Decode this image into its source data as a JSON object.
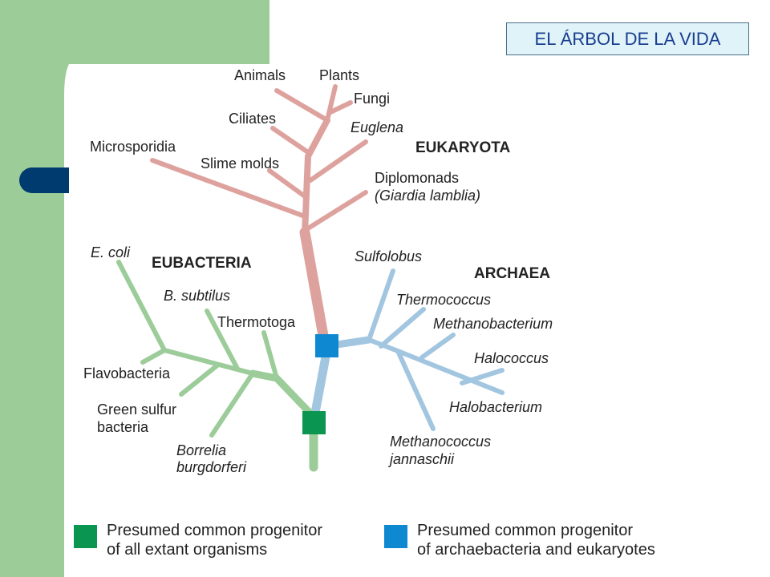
{
  "slide": {
    "title": "EL ÁRBOL DE LA VIDA"
  },
  "colors": {
    "eukarya": "#dea29e",
    "archaea": "#a3c6e0",
    "bacteria": "#9ccc9a",
    "green_marker": "#0a9650",
    "blue_marker": "#0e88d0",
    "side_bar": "#9ccc98",
    "accent_pill": "#003b6f"
  },
  "groups": {
    "eukaryota": "EUKARYOTA",
    "eubacteria": "EUBACTERIA",
    "archaea": "ARCHAEA"
  },
  "eukaryota": {
    "animals": "Animals",
    "plants": "Plants",
    "fungi": "Fungi",
    "ciliates": "Ciliates",
    "euglena": "Euglena",
    "microsporidia": "Microsporidia",
    "slime_molds": "Slime molds",
    "diplomonads": "Diplomonads",
    "giardia": "(Giardia lamblia)"
  },
  "eubacteria": {
    "ecoli": "E. coli",
    "bsubtilus": "B. subtilus",
    "thermotoga": "Thermotoga",
    "flavobacteria": "Flavobacteria",
    "green_sulfur_1": "Green sulfur",
    "green_sulfur_2": "bacteria",
    "borrelia_1": "Borrelia",
    "borrelia_2": "burgdorferi"
  },
  "archaea": {
    "sulfolobus": "Sulfolobus",
    "thermococcus": "Thermococcus",
    "methanobacterium": "Methanobacterium",
    "halococcus": "Halococcus",
    "halobacterium": "Halobacterium",
    "methanococcus_1": "Methanococcus",
    "methanococcus_2": "jannaschii"
  },
  "legend": {
    "green_line1": "Presumed common progenitor",
    "green_line2": "of all extant organisms",
    "blue_line1": "Presumed common progenitor",
    "blue_line2": "of archaebacteria and eukaryotes"
  }
}
